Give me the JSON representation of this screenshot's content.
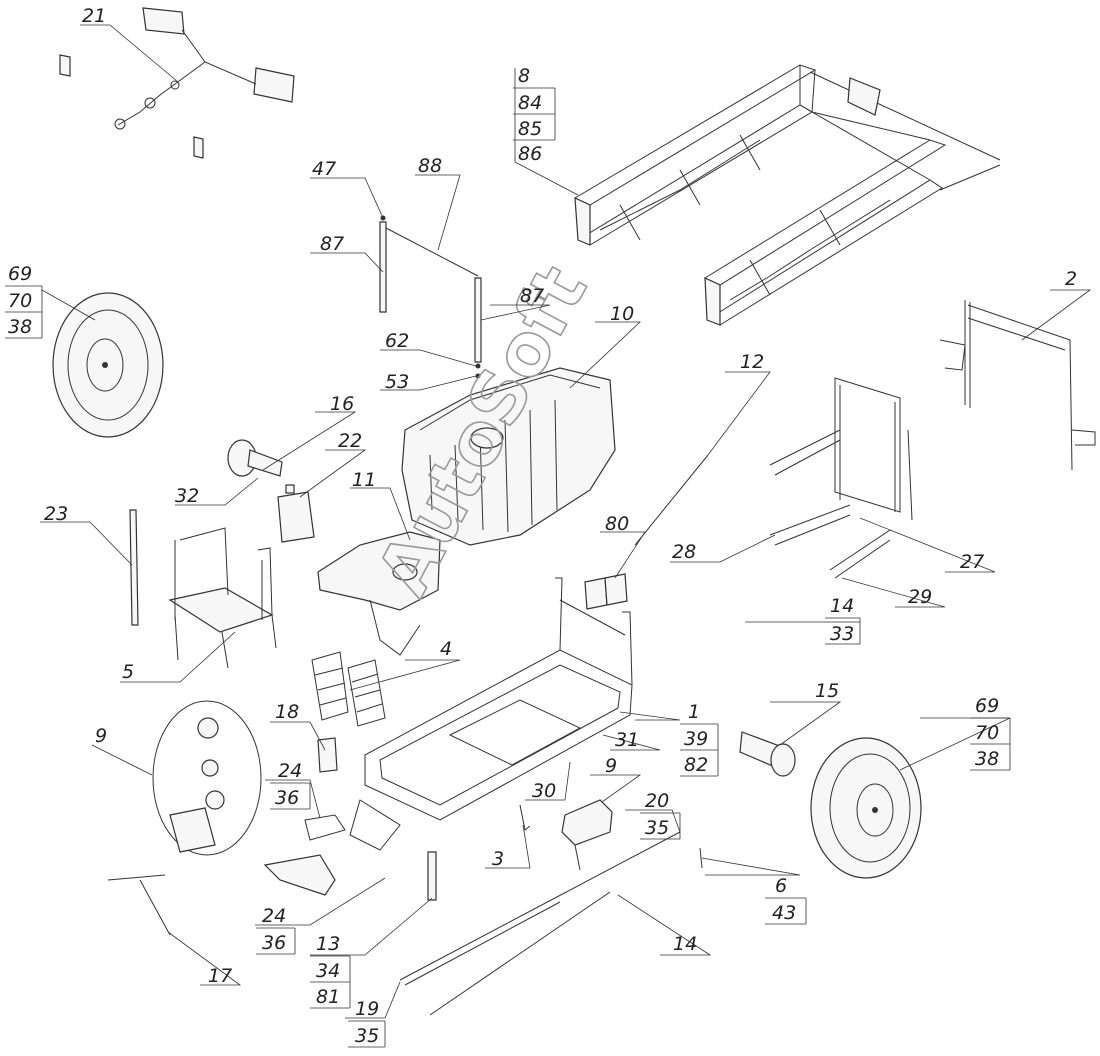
{
  "watermark": "AutoSoft",
  "callouts": {
    "c21": [
      "21"
    ],
    "c8": [
      "8",
      "84",
      "85",
      "86"
    ],
    "c47": [
      "47"
    ],
    "c88": [
      "88"
    ],
    "c87a": [
      "87"
    ],
    "c87b": [
      "87"
    ],
    "c62": [
      "62"
    ],
    "c53": [
      "53"
    ],
    "c69a": [
      "69",
      "70",
      "38"
    ],
    "c10": [
      "10"
    ],
    "c12": [
      "12"
    ],
    "c2": [
      "2"
    ],
    "c16": [
      "16"
    ],
    "c22": [
      "22"
    ],
    "c32": [
      "32"
    ],
    "c11": [
      "11"
    ],
    "c80": [
      "80"
    ],
    "c28": [
      "28"
    ],
    "c27": [
      "27"
    ],
    "c29": [
      "29"
    ],
    "c23": [
      "23"
    ],
    "c14a": [
      "14",
      "33"
    ],
    "c4": [
      "4"
    ],
    "c5": [
      "5"
    ],
    "c1": [
      "1",
      "39",
      "82"
    ],
    "c15": [
      "15"
    ],
    "c69b": [
      "69",
      "70",
      "38"
    ],
    "c18": [
      "18"
    ],
    "c9a": [
      "9"
    ],
    "c31": [
      "31"
    ],
    "c24a": [
      "24",
      "36"
    ],
    "c30": [
      "30"
    ],
    "c9b": [
      "9"
    ],
    "c20": [
      "20",
      "35"
    ],
    "c3": [
      "3"
    ],
    "c6": [
      "6",
      "43"
    ],
    "c24b": [
      "24",
      "36"
    ],
    "c13": [
      "13",
      "34",
      "81"
    ],
    "c14b": [
      "14"
    ],
    "c17": [
      "17"
    ],
    "c19": [
      "19",
      "35"
    ]
  }
}
